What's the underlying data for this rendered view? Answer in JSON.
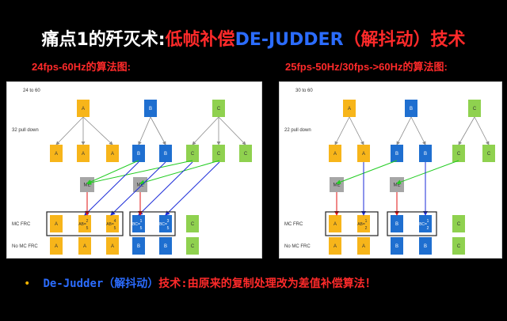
{
  "title": {
    "part1": "痛点1的歼灭术:",
    "part2": "低帧补偿",
    "part3": "DE-JUDDER",
    "part4": "（解抖动）技术"
  },
  "left_heading": "24fps-60Hz的算法图:",
  "right_heading": "25fps-50Hz/30fps->60Hz的算法图:",
  "left_diagram": {
    "corner_label": "24 to 60",
    "pulldown_label": "32 pull down",
    "mcfrc_label": "MC FRC",
    "nomcfrc_label": "No MC FRC",
    "me_label": "ME",
    "top": [
      "A",
      "B",
      "C"
    ],
    "pulldown": [
      "A",
      "A",
      "A",
      "B",
      "B",
      "C",
      "C",
      "C"
    ],
    "mcfrc": [
      {
        "main": "A",
        "frac": ""
      },
      {
        "main": "AB",
        "frac": "2/5"
      },
      {
        "main": "AB",
        "frac": "4/5"
      },
      {
        "main": "BC",
        "frac": "1/5"
      },
      {
        "main": "BC",
        "frac": "3/5"
      },
      {
        "main": "C",
        "frac": ""
      }
    ],
    "nomcfrc": [
      "A",
      "A",
      "A",
      "B",
      "B",
      "C"
    ]
  },
  "right_diagram": {
    "corner_label": "30 to 60",
    "pulldown_label": "22 pull down",
    "mcfrc_label": "MC FRC",
    "nomcfrc_label": "No MC FRC",
    "me_label": "ME",
    "top": [
      "A",
      "B",
      "C"
    ],
    "pulldown": [
      "A",
      "A",
      "B",
      "B",
      "C",
      "C"
    ],
    "mcfrc": [
      {
        "main": "A",
        "frac": ""
      },
      {
        "main": "AB",
        "frac": "1/2"
      },
      {
        "main": "B",
        "frac": ""
      },
      {
        "main": "BC",
        "frac": "1/2"
      },
      {
        "main": "C",
        "frac": ""
      }
    ],
    "nomcfrc": [
      "A",
      "A",
      "B",
      "B",
      "C"
    ]
  },
  "bullet": {
    "lead": "De-Judder（解抖动）",
    "text": "技术:由原来的复制处理改为差值补偿算法！"
  },
  "colors": {
    "A": "#f7b51a",
    "B": "#1f6fd0",
    "C": "#8fd14f",
    "ME": "#a6a6a6",
    "green_arrow": "#22cc22",
    "blue_arrow": "#1a2ad8",
    "red_arrow": "#e01010",
    "gray_arrow": "#8a8a8a"
  }
}
